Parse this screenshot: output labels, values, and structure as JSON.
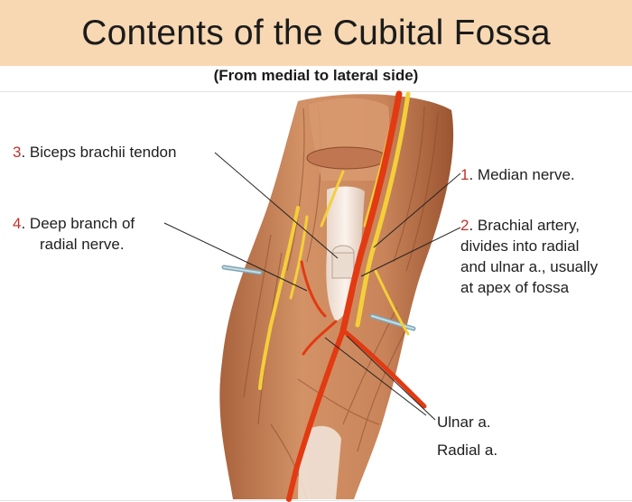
{
  "title": "Contents of the Cubital Fossa",
  "subtitle": "(From medial to lateral side)",
  "labels": {
    "biceps": {
      "num": "3",
      "text": ". Biceps brachii tendon"
    },
    "deep_branch": {
      "num": "4",
      "line1": ". Deep branch of",
      "line2": "radial nerve."
    },
    "median": {
      "num": "1",
      "text": ". Median nerve."
    },
    "brachial": {
      "num": "2",
      "line1": ". Brachial artery,",
      "line2": "divides into radial",
      "line3": "and ulnar a., usually",
      "line4": "at apex of fossa"
    },
    "ulnar": "Ulnar a.",
    "radial": "Radial a."
  },
  "colors": {
    "title_bg": "#f7d8b2",
    "number": "#c0332b",
    "muscle": "#c98258",
    "artery": "#e23a12",
    "nerve": "#f4cf3a"
  }
}
